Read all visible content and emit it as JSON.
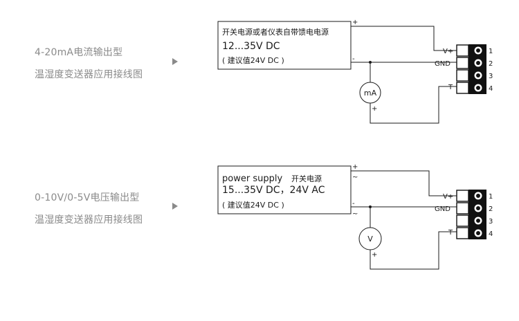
{
  "diagram1": {
    "caption_line1": "4-20mA电流输出型",
    "caption_line2": "温湿度变送器应用接线图",
    "box_line1": "开关电源或者仪表自带馈电电源",
    "box_line2": "12...35V DC",
    "box_line3": "( 建议值24V DC )",
    "plus_top": "+",
    "minus": "-",
    "plus_meter": "+",
    "meter_label": "mA",
    "pin_v": "V+",
    "pin_gnd": "GND",
    "pin_t": "T",
    "pin_numbers": [
      "1",
      "2",
      "3",
      "4"
    ]
  },
  "diagram2": {
    "caption_line1": "0-10V/0-5V电压输出型",
    "caption_line2": "温湿度变送器应用接线图",
    "box_line1_a": "power supply",
    "box_line1_b": "开关电源",
    "box_line2": "15...35V DC，24V  AC",
    "box_line3": "( 建议值24V DC )",
    "plus_top": "+",
    "tilde_top": "~",
    "minus": "-",
    "tilde_bottom": "~",
    "plus_meter": "+",
    "meter_label": "V",
    "pin_v": "V+",
    "pin_gnd": "GND",
    "pin_t": "T",
    "pin_numbers": [
      "1",
      "2",
      "3",
      "4"
    ]
  },
  "colors": {
    "line": "#1a1a1a",
    "caption": "#8a8a8a"
  }
}
